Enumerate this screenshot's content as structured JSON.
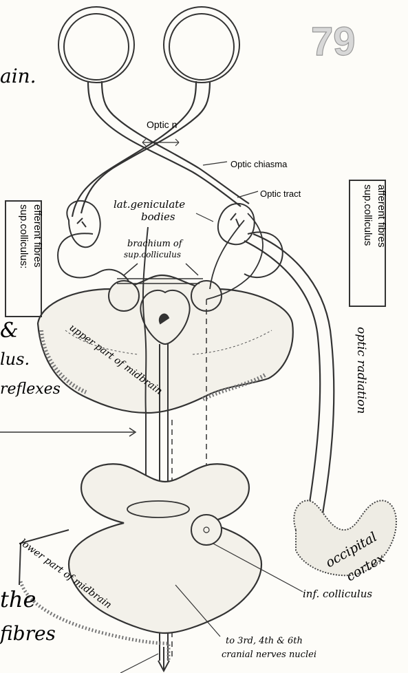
{
  "page_number": "79",
  "labels": {
    "optic_nerve": "Optic n",
    "optic_chiasma": "Optic chiasma",
    "optic_tract": "Optic tract",
    "lat_geniculate_1": "lat.geniculate",
    "lat_geniculate_2": "bodies",
    "brachium_1": "brachium of",
    "brachium_2": "sup.colliculus",
    "sup_coll_left_1": "sup.colliculus:",
    "sup_coll_left_2": "efferent fibres",
    "sup_coll_right_1": "sup.colliculus",
    "sup_coll_right_2": "afferent fibres",
    "optic_radiation": "optic radiation",
    "upper_midbrain": "upper part of midbrain",
    "lower_midbrain": "lower part of midbrain",
    "occipital_1": "occipital",
    "occipital_2": "cortex",
    "inf_colliculus": "inf. colliculus",
    "nuclei_1": "to 3rd, 4th & 6th",
    "nuclei_2": "cranial nerves nuclei"
  },
  "margin_fragments": {
    "ain": "ain.",
    "lus": "lus.",
    "reflexes": "reflexes",
    "amp": "&",
    "the": "the",
    "fibres": "fibres"
  }
}
